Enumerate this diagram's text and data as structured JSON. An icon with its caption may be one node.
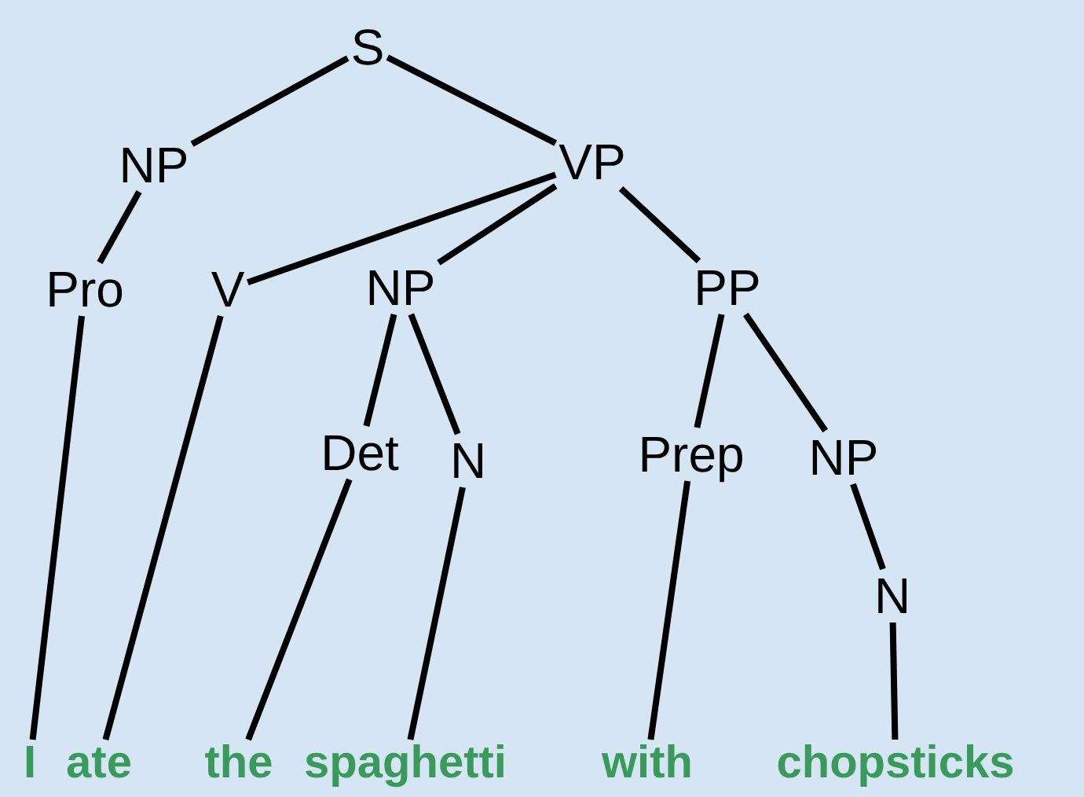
{
  "diagram": {
    "nodes": [
      {
        "text": [
          "S"
        ]
      },
      {
        "text": [
          "NP"
        ]
      },
      {
        "text": [
          "VP"
        ]
      },
      {
        "text": [
          "Pro"
        ]
      },
      {
        "text": [
          "V"
        ]
      },
      {
        "text": [
          "NP"
        ]
      },
      {
        "text": [
          "PP"
        ]
      },
      {
        "text": [
          "Det"
        ]
      },
      {
        "text": [
          "N"
        ]
      },
      {
        "text": [
          "Prep"
        ]
      },
      {
        "text": [
          "NP"
        ]
      },
      {
        "text": [
          "N"
        ]
      },
      {
        "text": [
          "I"
        ]
      },
      {
        "text": [
          "ate"
        ]
      },
      {
        "text": [
          "the"
        ]
      },
      {
        "text": [
          "spaghetti"
        ]
      },
      {
        "text": [
          "with"
        ]
      },
      {
        "text": [
          "chopsticks"
        ]
      }
    ],
    "edges": [
      {
        "from": 0,
        "to": 1,
        "arrow": "none"
      },
      {
        "from": 0,
        "to": 2,
        "arrow": "none"
      },
      {
        "from": 1,
        "to": 3,
        "arrow": "none"
      },
      {
        "from": 2,
        "to": 4,
        "arrow": "none"
      },
      {
        "from": 2,
        "to": 5,
        "arrow": "none"
      },
      {
        "from": 2,
        "to": 6,
        "arrow": "none"
      },
      {
        "from": 5,
        "to": 7,
        "arrow": "none"
      },
      {
        "from": 5,
        "to": 8,
        "arrow": "none"
      },
      {
        "from": 6,
        "to": 9,
        "arrow": "none"
      },
      {
        "from": 6,
        "to": 10,
        "arrow": "none"
      },
      {
        "from": 10,
        "to": 11,
        "arrow": "none"
      },
      {
        "from": 3,
        "to": 12,
        "arrow": "none"
      },
      {
        "from": 4,
        "to": 13,
        "arrow": "none"
      },
      {
        "from": 7,
        "to": 14,
        "arrow": "none"
      },
      {
        "from": 8,
        "to": 15,
        "arrow": "none"
      },
      {
        "from": 9,
        "to": 16,
        "arrow": "none"
      },
      {
        "from": 11,
        "to": 17,
        "arrow": "none"
      }
    ]
  }
}
